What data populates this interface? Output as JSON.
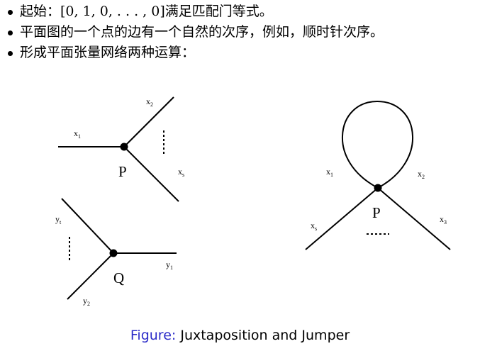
{
  "bullets": [
    "起始：[0, 1, 0, . . . , 0]满足匹配门等式。",
    "平面图的一个点的边有一个自然的次序，例如，顺时针次序。",
    "形成平面张量网络两种运算："
  ],
  "diagram": {
    "juxtaposition_top": {
      "node": "P",
      "edges": [
        "x",
        "x",
        "x"
      ],
      "edge_subscripts": [
        "1",
        "2",
        "s"
      ]
    },
    "juxtaposition_bottom": {
      "node": "Q",
      "edges": [
        "y",
        "y",
        "y"
      ],
      "edge_subscripts": [
        "t",
        "1",
        "2"
      ]
    },
    "jumper": {
      "node": "P",
      "edges": [
        "x",
        "x",
        "x",
        "x"
      ],
      "edge_subscripts": [
        "1",
        "2",
        "s",
        "3"
      ]
    }
  },
  "caption": {
    "prefix": "Figure:",
    "text": "Juxtaposition and Jumper"
  }
}
